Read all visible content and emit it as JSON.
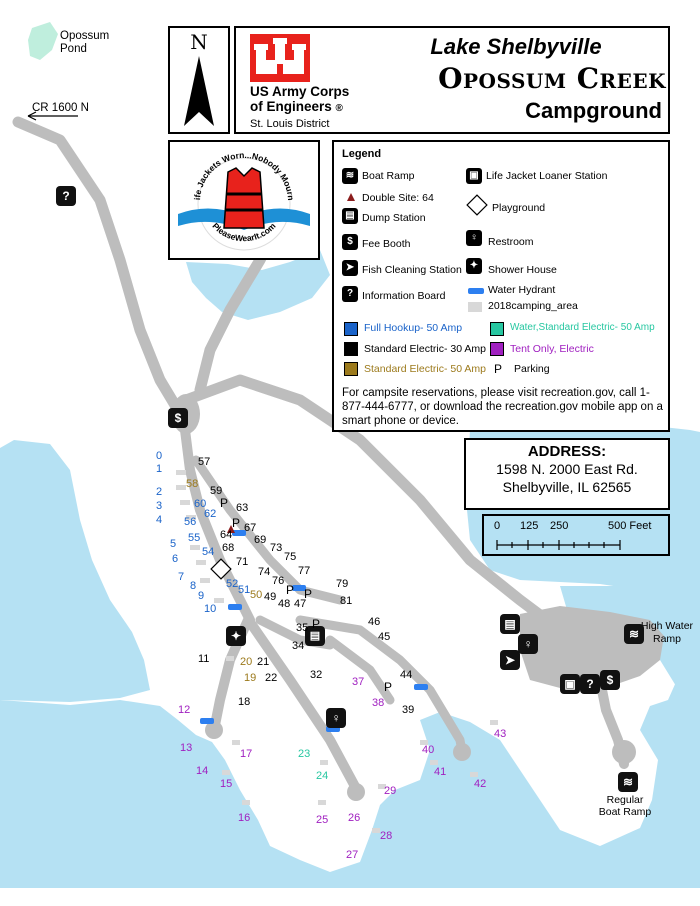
{
  "title": {
    "lake": "Lake Shelbyville",
    "campground": "Opossum Creek",
    "suffix": "Campground"
  },
  "agency": {
    "name_line1": "US Army Corps",
    "name_line2": "of Engineers",
    "registered": "®",
    "district": "St. Louis District"
  },
  "north_label": "N",
  "logo": {
    "top_text": "Life Jackets Worn...Nobody Mourns",
    "bottom_text": "PleaseWearIt.com"
  },
  "legend": {
    "title": "Legend",
    "items": {
      "boat_ramp": "Boat Ramp",
      "life_jacket": "Life Jacket Loaner Station",
      "double_site": "Double Site: 64",
      "dump_station": "Dump Station",
      "playground": "Playground",
      "fee_booth": "Fee Booth",
      "restroom": "Restroom",
      "fish_cleaning": "Fish Cleaning Station",
      "shower_house": "Shower House",
      "info_board": "Information Board",
      "water_hydrant": "Water Hydrant",
      "camping_area": "2018camping_area",
      "full_hookup": "Full Hookup- 50 Amp",
      "water_electric": "Water,Standard Electric- 50 Amp",
      "std_electric_30": "Standard Electric- 30 Amp",
      "tent_only": "Tent Only, Electric",
      "std_electric_50": "Standard Electric- 50 Amp",
      "parking_symbol": "P",
      "parking": "Parking"
    },
    "note": "For campsite reservations, please visit recreation.gov, call 1-877-444-6777, or download the recreation.gov mobile app on a smart phone or device."
  },
  "address": {
    "title": "ADDRESS:",
    "line1": "1598 N. 2000 East Rd.",
    "line2": "Shelbyville, IL 62565"
  },
  "scale": {
    "ticks": [
      "0",
      "125",
      "250",
      "500 Feet"
    ]
  },
  "map_labels": {
    "opossum_pond": "Opossum Pond",
    "road": "CR 1600 N",
    "high_water_ramp": "High Water Ramp",
    "regular_ramp": "Regular Boat Ramp"
  },
  "colors": {
    "water": "#b5e1f3",
    "road": "#bdbdbd",
    "pond": "#bfeedd",
    "full_hookup": "#1a63c9",
    "water_electric": "#27c7a1",
    "std_electric_30": "#000000",
    "tent_only": "#a020c0",
    "std_electric_50": "#9c7a1c",
    "hydrant": "#2d7ff0",
    "logo_red": "#e8221c"
  },
  "icons": [
    "boat-ramp-icon",
    "life-jacket-icon",
    "double-site-icon",
    "dump-station-icon",
    "playground-icon",
    "fee-booth-icon",
    "restroom-icon",
    "fish-cleaning-icon",
    "shower-house-icon",
    "info-board-icon",
    "water-hydrant-icon"
  ],
  "parking_markers": [
    "P",
    "P",
    "P",
    "P",
    "P",
    "P"
  ],
  "sites": [
    {
      "n": "0",
      "t": "full"
    },
    {
      "n": "1",
      "t": "full"
    },
    {
      "n": "2",
      "t": "full"
    },
    {
      "n": "3",
      "t": "full"
    },
    {
      "n": "4",
      "t": "full"
    },
    {
      "n": "5",
      "t": "full"
    },
    {
      "n": "6",
      "t": "full"
    },
    {
      "n": "7",
      "t": "full"
    },
    {
      "n": "8",
      "t": "full"
    },
    {
      "n": "9",
      "t": "full"
    },
    {
      "n": "10",
      "t": "full"
    },
    {
      "n": "51",
      "t": "full"
    },
    {
      "n": "52",
      "t": "full"
    },
    {
      "n": "54",
      "t": "full"
    },
    {
      "n": "55",
      "t": "full"
    },
    {
      "n": "56",
      "t": "full"
    },
    {
      "n": "60",
      "t": "full"
    },
    {
      "n": "62",
      "t": "full"
    },
    {
      "n": "58",
      "t": "e50"
    },
    {
      "n": "50",
      "t": "e50"
    },
    {
      "n": "20",
      "t": "e50"
    },
    {
      "n": "19",
      "t": "e50"
    },
    {
      "n": "57",
      "t": "e30"
    },
    {
      "n": "59",
      "t": "e30"
    },
    {
      "n": "63",
      "t": "e30"
    },
    {
      "n": "64",
      "t": "e30"
    },
    {
      "n": "67",
      "t": "e30"
    },
    {
      "n": "68",
      "t": "e30"
    },
    {
      "n": "69",
      "t": "e30"
    },
    {
      "n": "73",
      "t": "e30"
    },
    {
      "n": "75",
      "t": "e30"
    },
    {
      "n": "71",
      "t": "e30"
    },
    {
      "n": "74",
      "t": "e30"
    },
    {
      "n": "77",
      "t": "e30"
    },
    {
      "n": "76",
      "t": "e30"
    },
    {
      "n": "79",
      "t": "e30"
    },
    {
      "n": "49",
      "t": "e30"
    },
    {
      "n": "48",
      "t": "e30"
    },
    {
      "n": "47",
      "t": "e30"
    },
    {
      "n": "81",
      "t": "e30"
    },
    {
      "n": "35",
      "t": "e30"
    },
    {
      "n": "46",
      "t": "e30"
    },
    {
      "n": "45",
      "t": "e30"
    },
    {
      "n": "34",
      "t": "e30"
    },
    {
      "n": "11",
      "t": "e30"
    },
    {
      "n": "21",
      "t": "e30"
    },
    {
      "n": "22",
      "t": "e30"
    },
    {
      "n": "32",
      "t": "e30"
    },
    {
      "n": "44",
      "t": "e30"
    },
    {
      "n": "18",
      "t": "e30"
    },
    {
      "n": "39",
      "t": "e30"
    },
    {
      "n": "37",
      "t": "tent"
    },
    {
      "n": "38",
      "t": "tent"
    },
    {
      "n": "12",
      "t": "tent"
    },
    {
      "n": "43",
      "t": "tent"
    },
    {
      "n": "13",
      "t": "tent"
    },
    {
      "n": "17",
      "t": "tent"
    },
    {
      "n": "40",
      "t": "tent"
    },
    {
      "n": "14",
      "t": "tent"
    },
    {
      "n": "41",
      "t": "tent"
    },
    {
      "n": "15",
      "t": "tent"
    },
    {
      "n": "42",
      "t": "tent"
    },
    {
      "n": "29",
      "t": "tent"
    },
    {
      "n": "16",
      "t": "tent"
    },
    {
      "n": "25",
      "t": "tent"
    },
    {
      "n": "26",
      "t": "tent"
    },
    {
      "n": "28",
      "t": "tent"
    },
    {
      "n": "27",
      "t": "tent"
    },
    {
      "n": "23",
      "t": "we50"
    },
    {
      "n": "24",
      "t": "we50"
    }
  ]
}
